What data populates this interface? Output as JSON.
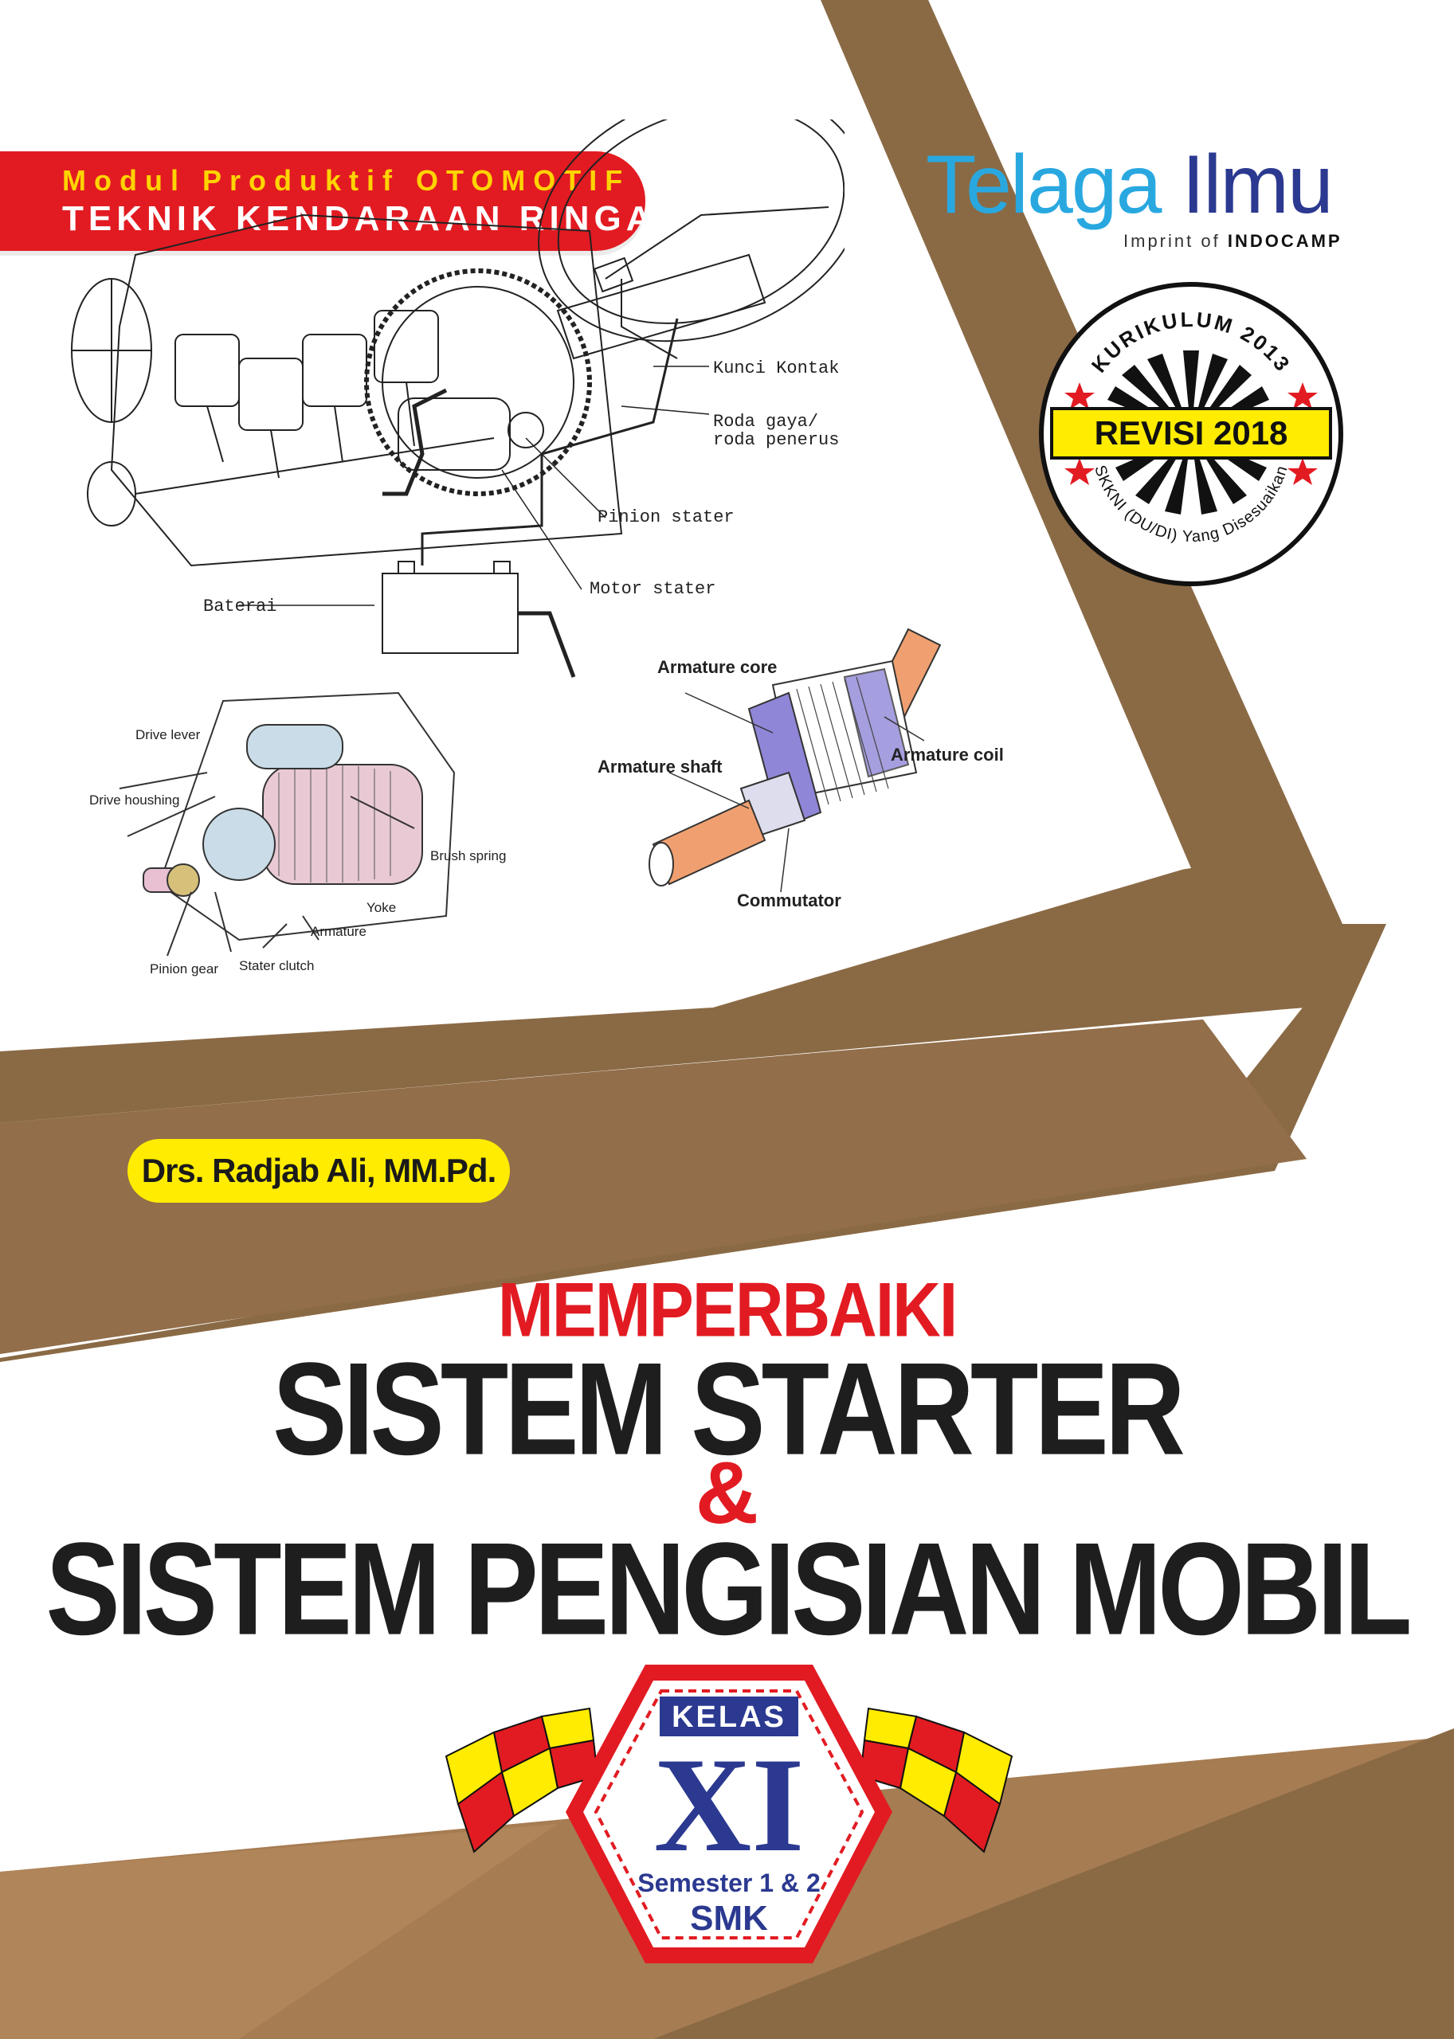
{
  "banner": {
    "subtitle": "Modul Produktif OTOMOTIF",
    "title": "TEKNIK KENDARAAN RINGAN"
  },
  "publisher": {
    "name_part1": "Telaga",
    "name_part2": "Ilmu",
    "imprint_label": "Imprint of",
    "imprint_brand": "INDOCAMP"
  },
  "seal": {
    "top_text": "KURIKULUM 2013",
    "band_text": "REVISI 2018",
    "bottom_text": "SKKNI (DU/DI) Yang Disesuaikan"
  },
  "diagram_top": {
    "labels": {
      "kunci_kontak": "Kunci Kontak",
      "roda_gaya_1": "Roda gaya/",
      "roda_gaya_2": "roda penerus",
      "pinion_stater": "Pinion stater",
      "motor_stater": "Motor stater",
      "baterai": "Baterai"
    }
  },
  "diagram_motor": {
    "labels": {
      "drive_lever": "Drive lever",
      "drive_housing": "Drive houshing",
      "brush_spring": "Brush spring",
      "yoke": "Yoke",
      "armature": "Armature",
      "pinion_gear": "Pinion gear",
      "stater_clutch": "Stater clutch"
    }
  },
  "diagram_armature": {
    "labels": {
      "armature_core": "Armature core",
      "armature_shaft": "Armature shaft",
      "armature_coil": "Armature coil",
      "commutator": "Commutator"
    }
  },
  "author": "Drs. Radjab Ali, MM.Pd.",
  "title": {
    "pre": "MEMPERBAIKI",
    "line1": "SISTEM STARTER",
    "amp": "&",
    "line2": "SISTEM PENGISIAN MOBIL"
  },
  "badge": {
    "kelas": "KELAS",
    "grade": "XI",
    "semester": "Semester 1 & 2",
    "level": "SMK"
  },
  "colors": {
    "brown_dark": "#8a6a45",
    "brown_light": "#a67c52",
    "red": "#e21b22",
    "yellow": "#ffec00",
    "blue": "#2b3990",
    "cyan": "#29a8e0"
  }
}
